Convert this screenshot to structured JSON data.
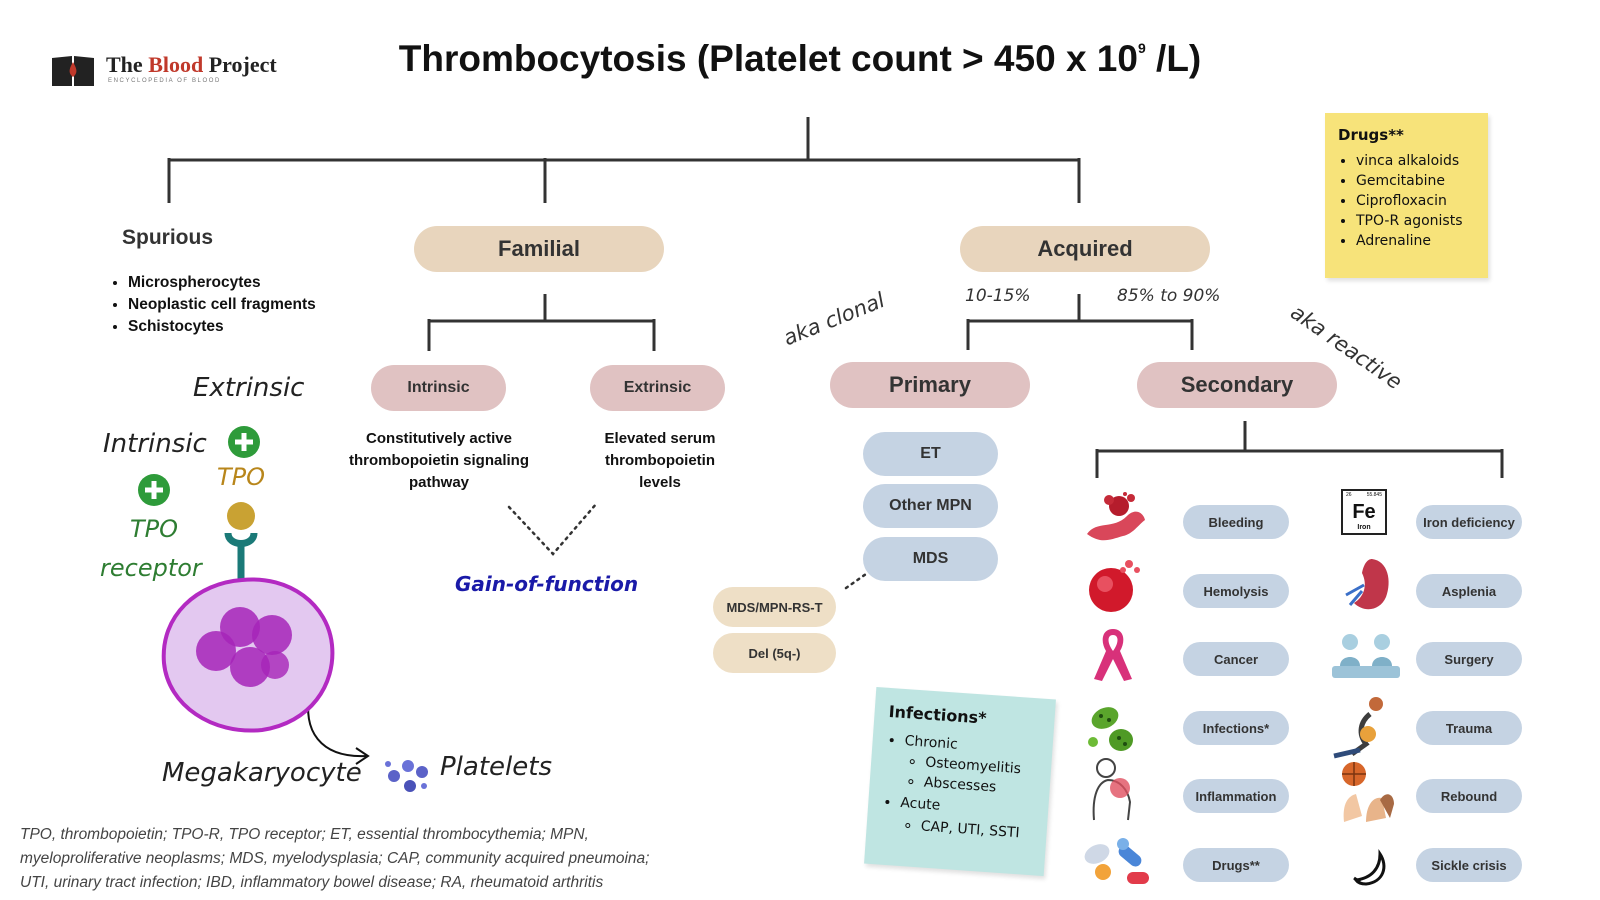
{
  "logo": {
    "prefix": "The ",
    "brand": "Blood",
    "suffix": " Project",
    "subtitle": "ENCYCLOPEDIA OF BLOOD"
  },
  "title": {
    "main": "Thrombocytosis (Platelet count > 450 x 10",
    "sup": "9",
    "end": " /L)"
  },
  "spurious": {
    "heading": "Spurious",
    "items": [
      "Microspherocytes",
      "Neoplastic cell fragments",
      "Schistocytes"
    ]
  },
  "familial": {
    "label": "Familial",
    "intrinsic": {
      "label": "Intrinsic",
      "desc": "Constitutively active thrombopoietin signaling pathway"
    },
    "extrinsic": {
      "label": "Extrinsic",
      "desc": "Elevated serum thrombopoietin levels"
    },
    "gain": "Gain-of-function"
  },
  "acquired": {
    "label": "Acquired",
    "pct_primary": "10-15%",
    "pct_secondary": "85% to 90%",
    "aka_clonal": "aka clonal",
    "aka_reactive": "aka reactive"
  },
  "primary": {
    "label": "Primary",
    "items": [
      "ET",
      "Other MPN",
      "MDS"
    ],
    "mds_sub": [
      "MDS/MPN-RS-T",
      "Del (5q-)"
    ]
  },
  "secondary": {
    "label": "Secondary",
    "left": [
      {
        "label": "Bleeding",
        "icon": "bleeding-icon"
      },
      {
        "label": "Hemolysis",
        "icon": "hemolysis-icon"
      },
      {
        "label": "Cancer",
        "icon": "ribbon-icon"
      },
      {
        "label": "Infections*",
        "icon": "bacteria-icon"
      },
      {
        "label": "Inflammation",
        "icon": "inflammation-icon"
      },
      {
        "label": "Drugs**",
        "icon": "pills-icon"
      }
    ],
    "right": [
      {
        "label": "Iron deficiency",
        "icon": "iron-icon"
      },
      {
        "label": "Asplenia",
        "icon": "spleen-icon"
      },
      {
        "label": "Surgery",
        "icon": "surgery-icon"
      },
      {
        "label": "Trauma",
        "icon": "trauma-icon"
      },
      {
        "label": "Rebound",
        "icon": "rebound-icon"
      },
      {
        "label": "Sickle crisis",
        "icon": "sickle-cell-icon"
      }
    ]
  },
  "iron_tile": {
    "num": "26",
    "mass": "55.845",
    "symbol": "Fe",
    "name": "Iron"
  },
  "drugs_note": {
    "title": "Drugs**",
    "items": [
      "vinca alkaloids",
      "Gemcitabine",
      "Ciprofloxacin",
      "TPO-R agonists",
      "Adrenaline"
    ]
  },
  "infections_note": {
    "title": "Infections*",
    "chronic": "Chronic",
    "chronic_items": [
      "Osteomyelitis",
      "Abscesses"
    ],
    "acute": "Acute",
    "acute_items": [
      "CAP, UTI, SSTI"
    ]
  },
  "diagram": {
    "extrinsic": "Extrinsic",
    "intrinsic": "Intrinsic",
    "tpo": "TPO",
    "tpo_receptor_1": "TPO",
    "tpo_receptor_2": "receptor",
    "megakaryocyte": "Megakaryocyte",
    "platelets": "Platelets"
  },
  "legend": [
    "TPO, thrombopoietin; TPO-R, TPO receptor; ET, essential thrombocythemia; MPN,",
    "myeloproliferative neoplasms; MDS, myelodysplasia; CAP, community acquired pneumoina;",
    "UTI, urinary tract infection; IBD, inflammatory bowel disease; RA, rheumatoid arthritis"
  ],
  "colors": {
    "tan": "#e8d5bd",
    "rose": "#e0c2c2",
    "blue": "#c5d3e3",
    "sticky_yellow": "#f7e37a",
    "sticky_teal": "#bfe5e2",
    "brand_red": "#c0392b",
    "tpo_green": "#2e7d32",
    "gain_blue": "#1a1aa8"
  }
}
